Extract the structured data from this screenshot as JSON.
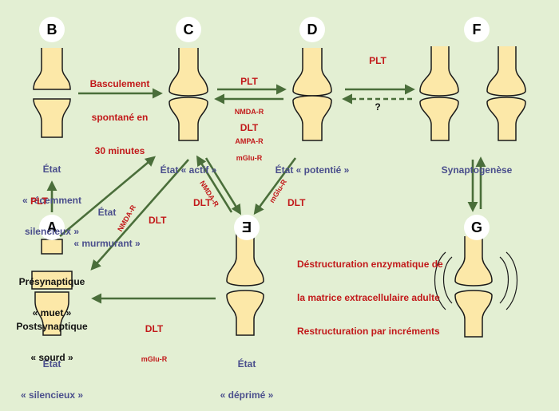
{
  "letters": {
    "A": "A",
    "B": "B",
    "C": "C",
    "D": "D",
    "E": "E",
    "F": "F",
    "G": "G"
  },
  "states": {
    "A": [
      "État",
      "« silencieux »"
    ],
    "B": [
      "État",
      "« récemment",
      "silencieux »"
    ],
    "C": [
      "État « actif »"
    ],
    "D": [
      "État « potentié »"
    ],
    "E": [
      "État",
      "« déprimé »"
    ],
    "F": [
      "Synaptogenèse"
    ],
    "murmurant": [
      "État",
      "« murmurant »"
    ]
  },
  "presynaptic": [
    "Présynaptique",
    "« muet »"
  ],
  "postsynaptic": [
    "Postsynaptique",
    "« sourd »"
  ],
  "arrows": {
    "bc": [
      "Basculement",
      "spontané en",
      "30 minutes"
    ],
    "cd": [
      "PLT",
      "NMDA-R",
      "AMPA-R"
    ],
    "dc": [
      "DLT",
      "mGlu-R"
    ],
    "df": "PLT",
    "fd": "?",
    "ab": "PLT",
    "ca": [
      "DLT",
      "NMDA-R"
    ],
    "ce": [
      "DLT",
      "NMDA-R"
    ],
    "de": [
      "DLT",
      "mGlu-R"
    ],
    "ea": [
      "DLT",
      "mGlu-R"
    ],
    "fg": [
      "Déstructuration enzymatique de",
      "la matrice extracellulaire adulte",
      "Restructuration par incréments"
    ]
  },
  "colors": {
    "background": "#e3efd3",
    "arrow": "#4a6e3a",
    "synapse_fill": "#fce8a8",
    "state_text": "#4a4e8c",
    "mechanism_text": "#c2191a"
  }
}
